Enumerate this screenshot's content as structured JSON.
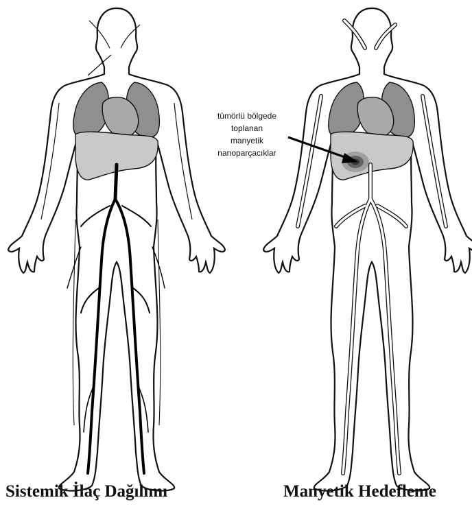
{
  "captions": {
    "left": "Sistemik İlaç Dağılımı",
    "right": "Manyetik Hedefleme"
  },
  "annotation": {
    "lines": [
      "tümörlü bölgede",
      "toplanan",
      "manyetik",
      "nanoparçacıklar"
    ]
  },
  "colors": {
    "outline": "#111111",
    "lung": "#8f8f8f",
    "heart": "#a9a9a9",
    "liver": "#c9c9c9",
    "vessel_dark": "#000000",
    "vessel_light": "#ffffff",
    "tumor": "#555555"
  }
}
